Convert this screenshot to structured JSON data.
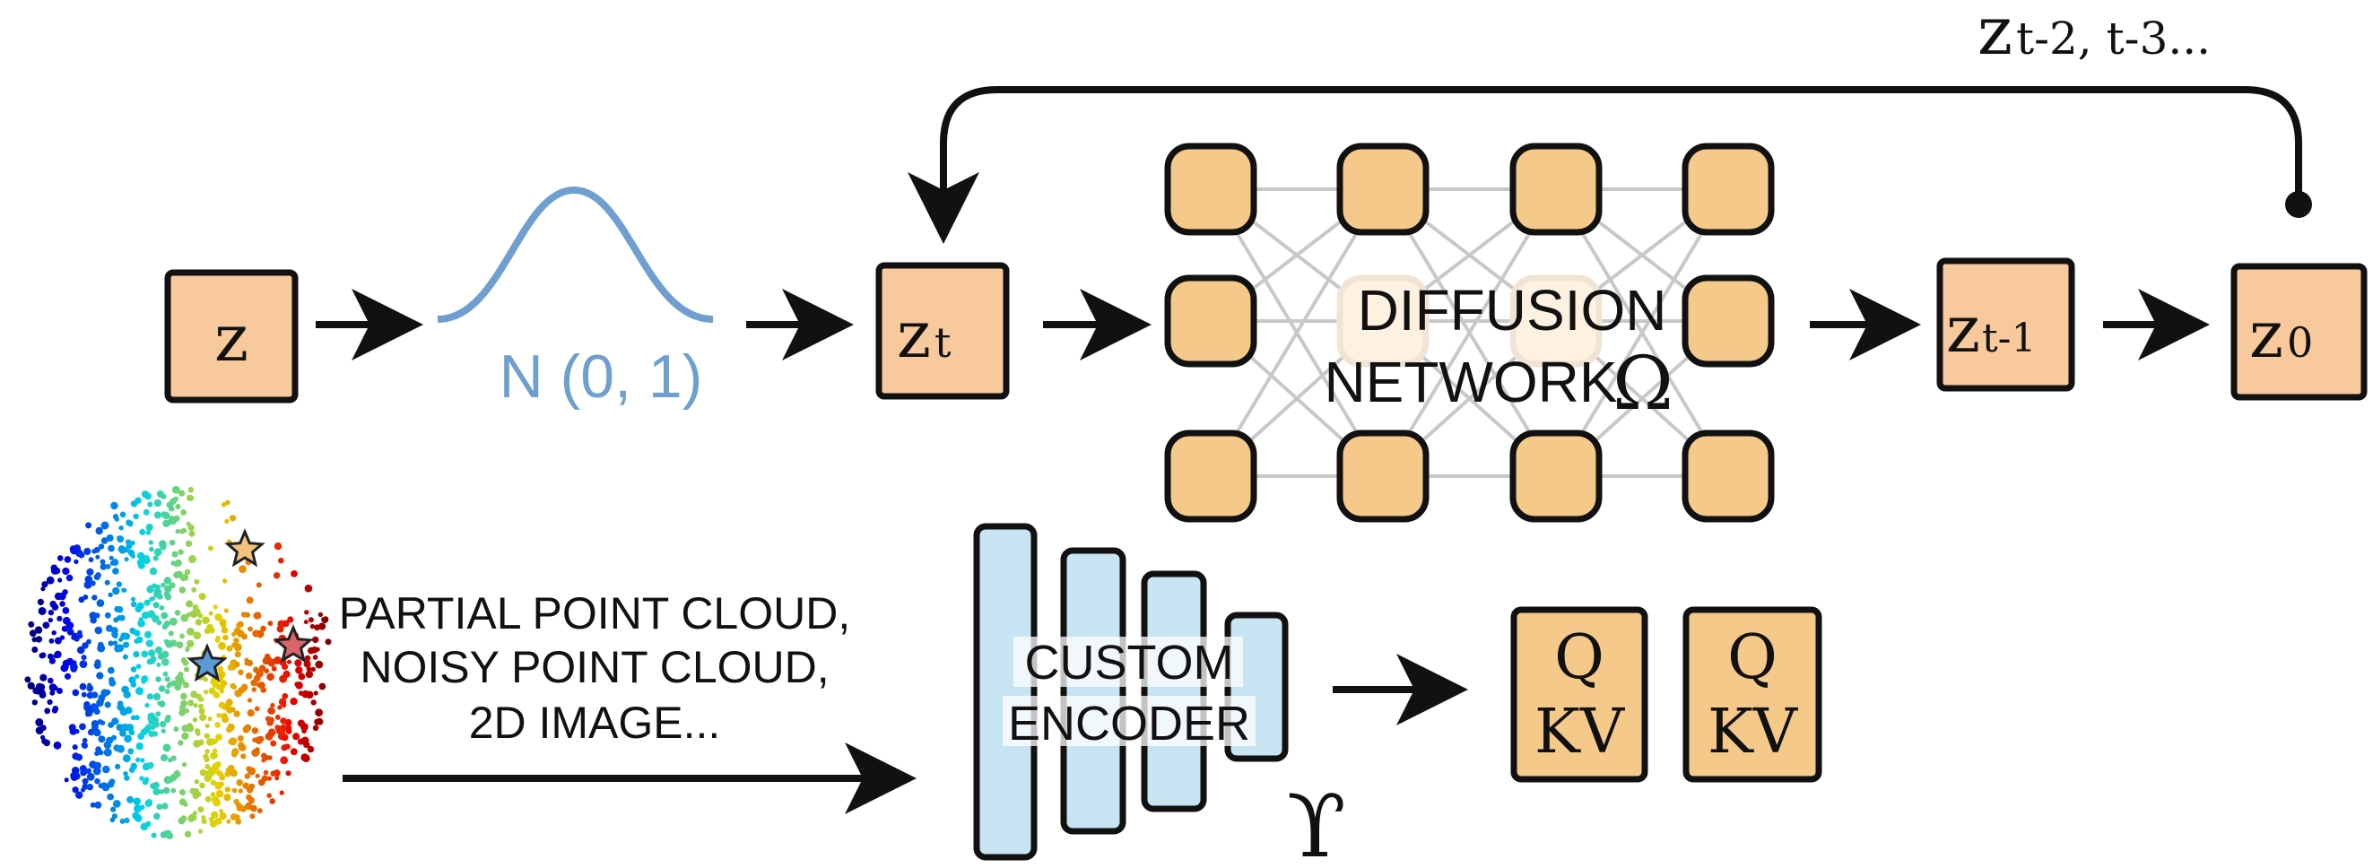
{
  "colors": {
    "node_fill": "#f5c98a",
    "box_fill": "#f7c99c",
    "stroke": "#111111",
    "gaussian": "#6f9fd0",
    "encoder_fill": "#c8e4f2",
    "edge": "#c8c8c8"
  },
  "latent": {
    "z": "z"
  },
  "gaussian": {
    "label": "N (0, 1)"
  },
  "zt": {
    "main": "z",
    "sub": "t"
  },
  "network": {
    "line1": "DIFFUSION",
    "line2": "NETWORK",
    "symbol": "Ω"
  },
  "ztm1": {
    "main": "z",
    "sub": "t-1"
  },
  "z0": {
    "main": "z",
    "sub": "0"
  },
  "loop": {
    "main": "z",
    "sub": "t-2, t-3..."
  },
  "condition": {
    "line1": "PARTIAL POINT CLOUD,",
    "line2": "NOISY POINT CLOUD,",
    "line3": "2D IMAGE..."
  },
  "encoder": {
    "line1": "CUSTOM",
    "line2": "ENCODER",
    "symbol": "ϒ"
  },
  "attention": [
    {
      "q": "Q",
      "kv": "KV"
    },
    {
      "q": "Q",
      "kv": "KV"
    }
  ]
}
